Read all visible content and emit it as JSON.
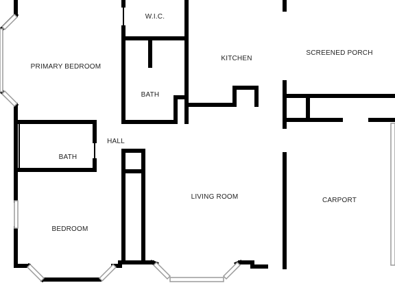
{
  "plan": {
    "rooms": {
      "primary_bedroom": "PRIMARY BEDROOM",
      "wic": "W.I.C.",
      "kitchen": "KITCHEN",
      "screened_porch": "SCREENED PORCH",
      "bath_primary": "BATH",
      "hall": "HALL",
      "bath_secondary": "BATH",
      "living_room": "LIVING ROOM",
      "carport": "CARPORT",
      "bedroom": "BEDROOM"
    },
    "colors": {
      "background": "#ffffff",
      "wall": "#000000",
      "window": "#9a9a9a",
      "label": "#222222"
    }
  }
}
